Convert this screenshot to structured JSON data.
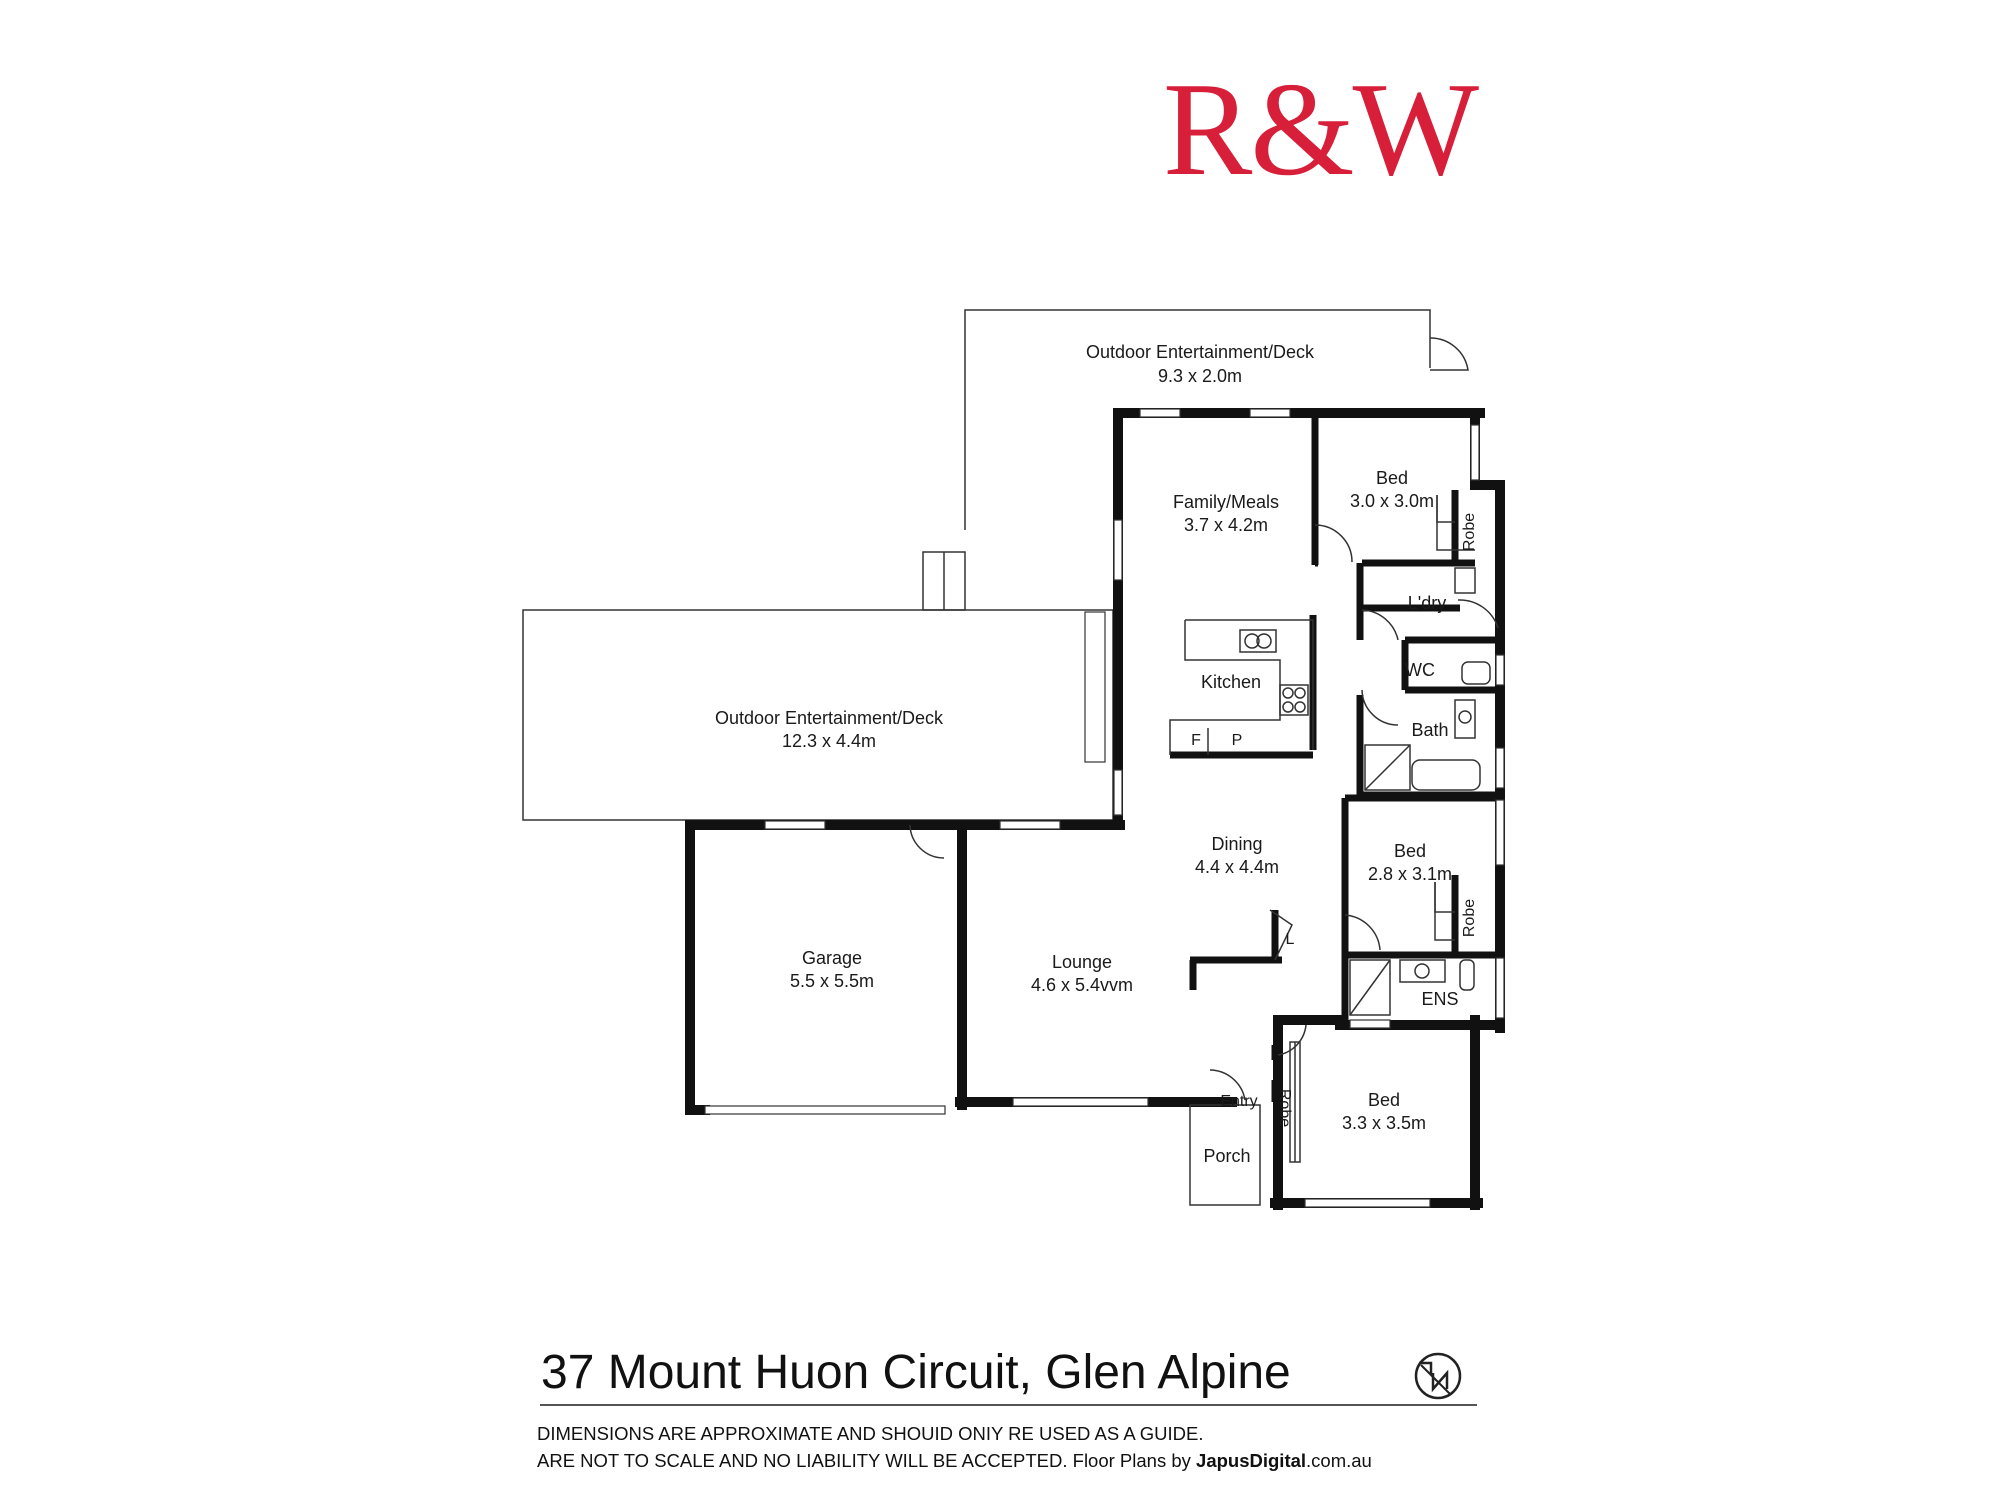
{
  "brand": {
    "logo_text": "R&W",
    "accent_color": "#d71f3a"
  },
  "rooms": {
    "deck_top": {
      "name": "Outdoor Entertainment/Deck",
      "size": "9.3 x 2.0m"
    },
    "deck_left": {
      "name": "Outdoor Entertainment/Deck",
      "size": "12.3 x 4.4m"
    },
    "family": {
      "name": "Family/Meals",
      "size": "3.7 x 4.2m"
    },
    "bed1": {
      "name": "Bed",
      "size": "3.0 x 3.0m"
    },
    "robe1": {
      "name": "Robe"
    },
    "laundry": {
      "name": "L'dry"
    },
    "wc": {
      "name": "WC"
    },
    "kitchen": {
      "name": "Kitchen",
      "fridge": "F",
      "pantry": "P"
    },
    "bath": {
      "name": "Bath"
    },
    "dining": {
      "name": "Dining",
      "size": "4.4 x 4.4m"
    },
    "bed2": {
      "name": "Bed",
      "size": "2.8 x 3.1m"
    },
    "robe2": {
      "name": "Robe"
    },
    "linen": {
      "name": "L"
    },
    "garage": {
      "name": "Garage",
      "size": "5.5 x 5.5m"
    },
    "lounge": {
      "name": "Lounge",
      "size": "4.6 x 5.4vvm"
    },
    "ensuite": {
      "name": "ENS"
    },
    "entry": {
      "name": "Entry"
    },
    "robe3": {
      "name": "Robe"
    },
    "bed3": {
      "name": "Bed",
      "size": "3.3 x 3.5m"
    },
    "porch": {
      "name": "Porch"
    }
  },
  "footer": {
    "address": "37 Mount Huon Circuit, Glen Alpine",
    "disclaimer_line1": "DIMENSIONS ARE APPROXIMATE AND SHOUID ONIY RE USED AS A GUIDE.",
    "disclaimer_line2_prefix": "ARE NOT TO SCALE AND NO LIABILITY WILL BE ACCEPTED. Floor Plans by ",
    "brand_bold": "JapusDigital",
    "brand_suffix": ".com.au"
  },
  "icons": {
    "compass": "north-arrow-icon"
  }
}
